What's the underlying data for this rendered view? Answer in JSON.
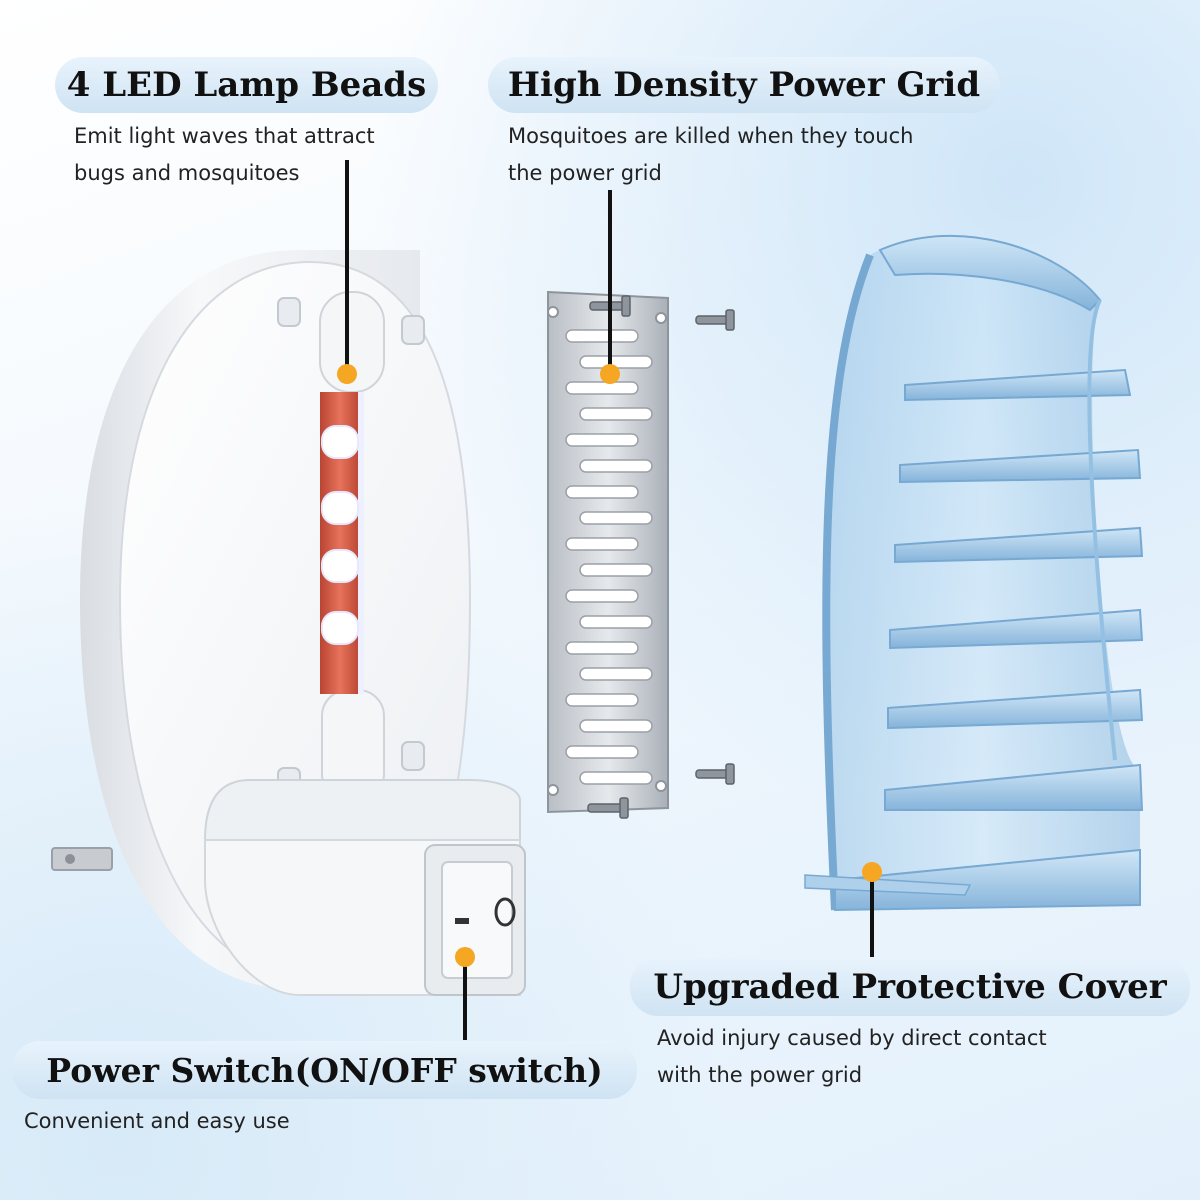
{
  "callouts": {
    "led": {
      "title": "4 LED Lamp Beads",
      "lines": [
        "Emit light waves that attract",
        "bugs and mosquitoes"
      ]
    },
    "grid": {
      "title": "High Density Power Grid",
      "lines": [
        "Mosquitoes are killed when they touch",
        "the power grid"
      ]
    },
    "cover": {
      "title": "Upgraded Protective Cover",
      "lines": [
        "Avoid injury caused by direct contact",
        "with the power grid"
      ]
    },
    "switch": {
      "title": "Power Switch(ON/OFF switch)",
      "lines": [
        "Convenient and easy use"
      ]
    }
  },
  "colors": {
    "marker_dot": "#f5a623",
    "leader_line": "#111111",
    "pill_background": "#d9eaf7",
    "cover_tint": "#9cc8e8",
    "led_tube": "#d9614a"
  },
  "icons": [
    "led-bulb-icon",
    "screw-icon",
    "power-off-symbol-icon",
    "power-on-symbol-icon",
    "plug-prong-icon"
  ]
}
